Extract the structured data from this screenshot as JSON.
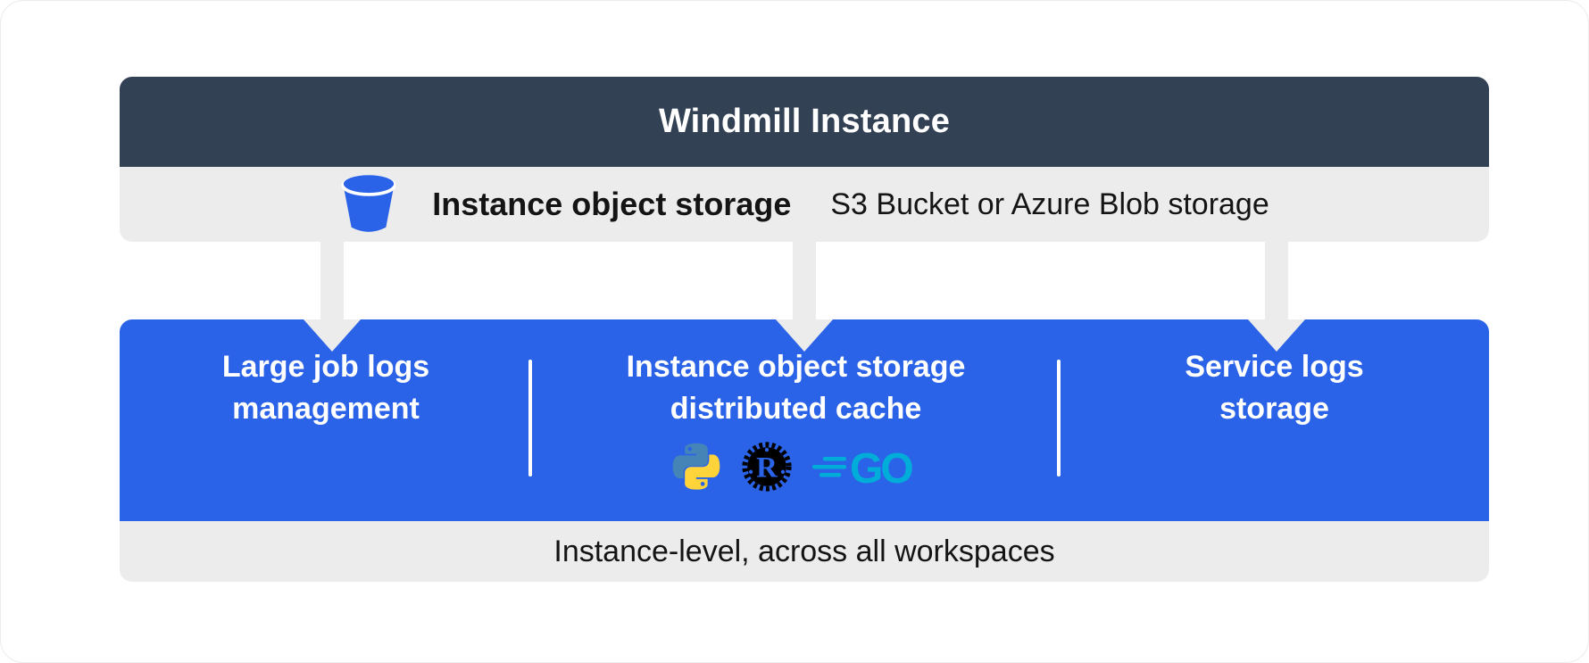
{
  "header": {
    "title": "Windmill Instance"
  },
  "storage_row": {
    "label": "Instance object storage",
    "description": "S3 Bucket or Azure Blob storage"
  },
  "blue_panel": {
    "sections": [
      {
        "line1": "Large job logs",
        "line2": "management"
      },
      {
        "line1": "Instance object storage",
        "line2": "distributed cache",
        "languages": [
          "python",
          "rust",
          "go"
        ]
      },
      {
        "line1": "Service logs",
        "line2": "storage"
      }
    ]
  },
  "footer": {
    "label": "Instance-level, across all workspaces"
  },
  "icons": {
    "bucket": "bucket-icon",
    "python": "python-icon",
    "rust": "rust-icon",
    "rust_letter": "R",
    "go": "go-icon",
    "go_letters": "GO"
  },
  "colors": {
    "header_bg": "#334155",
    "panel_blue": "#2b63e8",
    "row_gray": "#ececec",
    "text_dark": "#141414",
    "white": "#ffffff",
    "go_teal": "#00ADD8",
    "python_blue": "#4584b6",
    "python_yellow": "#ffd43b",
    "rust_black": "#000000"
  }
}
